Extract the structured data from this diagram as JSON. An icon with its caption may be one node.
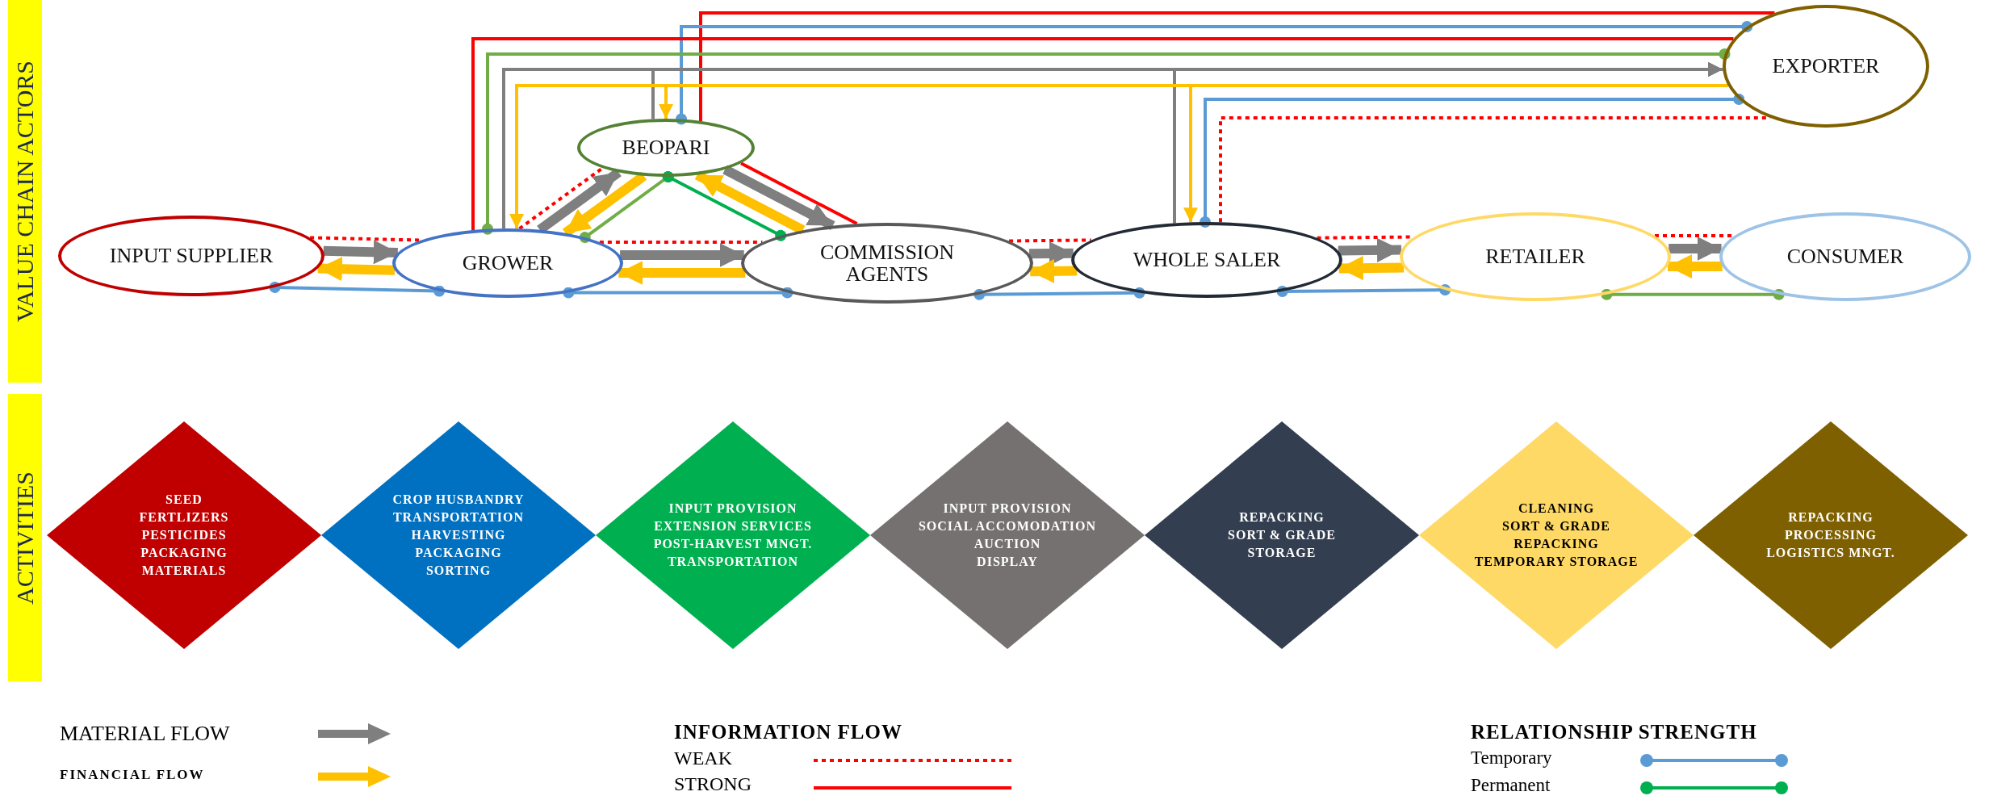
{
  "diagram": {
    "nodes": [
      {
        "text": [
          "VALUE CHAIN ACTORS"
        ]
      },
      {
        "text": [
          "BEOPARI"
        ]
      },
      {
        "text": [
          "EXPORTER"
        ]
      },
      {
        "text": [
          "INPUT SUPPLIER"
        ]
      },
      {
        "text": [
          "GROWER"
        ]
      },
      {
        "text": [
          "COMMISSION AGENTS"
        ]
      },
      {
        "text": [
          "WHOLE SALER"
        ]
      },
      {
        "text": [
          "RETAILER"
        ]
      },
      {
        "text": [
          "CONSUMER"
        ]
      },
      {
        "text": [
          "ACTIVITIES"
        ]
      },
      {
        "text": [
          "SEED",
          "FERTLIZERS",
          "PESTICIDES",
          "PACKAGING",
          "MATERIALS"
        ]
      },
      {
        "text": [
          "CROP HUSBANDRY",
          "TRANSPORTATION",
          "HARVESTING",
          "PACKAGING",
          "SORTING"
        ]
      },
      {
        "text": [
          "INPUT PROVISION",
          "EXTENSION SERVICES",
          "POST-HARVEST MNGT.",
          "TRANSPORTATION"
        ]
      },
      {
        "text": [
          "INPUT PROVISION",
          "SOCIAL ACCOMODATION",
          "AUCTION",
          "DISPLAY"
        ]
      },
      {
        "text": [
          "REPACKING",
          "SORT & GRADE",
          "STORAGE"
        ]
      },
      {
        "text": [
          "CLEANING",
          "SORT & GRADE",
          "REPACKING",
          "TEMPORARY STORAGE"
        ]
      },
      {
        "text": [
          "REPACKING",
          "PROCESSING",
          "LOGISTICS MNGT."
        ]
      }
    ],
    "edges": [
      {
        "from": 3,
        "to": 4,
        "arrow": "none",
        "style": "dashed",
        "color": "#ff0000"
      },
      {
        "from": 3,
        "to": 4,
        "arrow": "to",
        "style": "thick",
        "color": "#7f7f7f"
      },
      {
        "from": 4,
        "to": 3,
        "arrow": "to",
        "style": "thick",
        "color": "#ffc000"
      },
      {
        "from": 3,
        "to": 4,
        "arrow": "other",
        "color": "#5b9bd5"
      },
      {
        "from": 4,
        "to": 1,
        "arrow": "none",
        "style": "dashed",
        "color": "#ff0000"
      },
      {
        "from": 4,
        "to": 1,
        "arrow": "to",
        "style": "thick",
        "color": "#7f7f7f"
      },
      {
        "from": 1,
        "to": 4,
        "arrow": "to",
        "style": "thick",
        "color": "#ffc000"
      },
      {
        "from": 4,
        "to": 1,
        "arrow": "other",
        "color": "#70ad47"
      },
      {
        "from": 1,
        "to": 5,
        "arrow": "none",
        "color": "#ff0000"
      },
      {
        "from": 1,
        "to": 5,
        "arrow": "to",
        "style": "thick",
        "color": "#7f7f7f"
      },
      {
        "from": 5,
        "to": 1,
        "arrow": "to",
        "style": "thick",
        "color": "#ffc000"
      },
      {
        "from": 1,
        "to": 5,
        "arrow": "other",
        "color": "#00b050"
      },
      {
        "from": 4,
        "to": 5,
        "arrow": "none",
        "style": "dashed",
        "color": "#ff0000"
      },
      {
        "from": 4,
        "to": 5,
        "arrow": "to",
        "style": "thick",
        "color": "#7f7f7f"
      },
      {
        "from": 5,
        "to": 4,
        "arrow": "to",
        "style": "thick",
        "color": "#ffc000"
      },
      {
        "from": 4,
        "to": 5,
        "arrow": "other",
        "color": "#5b9bd5"
      },
      {
        "from": 5,
        "to": 6,
        "arrow": "none",
        "style": "dashed",
        "color": "#ff0000"
      },
      {
        "from": 5,
        "to": 6,
        "arrow": "to",
        "style": "thick",
        "color": "#7f7f7f"
      },
      {
        "from": 6,
        "to": 5,
        "arrow": "to",
        "style": "thick",
        "color": "#ffc000"
      },
      {
        "from": 5,
        "to": 6,
        "arrow": "other",
        "color": "#5b9bd5"
      },
      {
        "from": 6,
        "to": 7,
        "arrow": "none",
        "style": "dashed",
        "color": "#ff0000"
      },
      {
        "from": 6,
        "to": 7,
        "arrow": "to",
        "style": "thick",
        "color": "#7f7f7f"
      },
      {
        "from": 7,
        "to": 6,
        "arrow": "to",
        "style": "thick",
        "color": "#ffc000"
      },
      {
        "from": 6,
        "to": 7,
        "arrow": "other",
        "color": "#5b9bd5"
      },
      {
        "from": 7,
        "to": 8,
        "arrow": "none",
        "style": "dashed",
        "color": "#ff0000"
      },
      {
        "from": 7,
        "to": 8,
        "arrow": "to",
        "style": "thick",
        "color": "#7f7f7f"
      },
      {
        "from": 8,
        "to": 7,
        "arrow": "to",
        "style": "thick",
        "color": "#ffc000"
      },
      {
        "from": 7,
        "to": 8,
        "arrow": "other",
        "color": "#70ad47"
      },
      {
        "from": 1,
        "to": 2,
        "arrow": "none",
        "color": "#ff0000"
      },
      {
        "from": 1,
        "to": 2,
        "arrow": "other",
        "color": "#5b9bd5"
      },
      {
        "from": 4,
        "to": 2,
        "arrow": "none",
        "color": "#ff0000"
      },
      {
        "from": 4,
        "to": 2,
        "arrow": "other",
        "color": "#70ad47"
      },
      {
        "from": 4,
        "to": 2,
        "arrow": "to",
        "color": "#7f7f7f"
      },
      {
        "from": 1,
        "to": 2,
        "arrow": "to",
        "color": "#7f7f7f"
      },
      {
        "from": 6,
        "to": 2,
        "arrow": "to",
        "color": "#7f7f7f"
      },
      {
        "from": 2,
        "to": 4,
        "arrow": "to",
        "color": "#ffc000"
      },
      {
        "from": 2,
        "to": 1,
        "arrow": "to",
        "color": "#ffc000"
      },
      {
        "from": 2,
        "to": 6,
        "arrow": "to",
        "color": "#ffc000"
      },
      {
        "from": 6,
        "to": 2,
        "arrow": "other",
        "color": "#5b9bd5"
      },
      {
        "from": 6,
        "to": 2,
        "arrow": "none",
        "style": "dashed",
        "color": "#ff0000"
      }
    ],
    "labels": [
      "INFORMATION FLOW",
      "RELATIONSHIP STRENGTH"
    ],
    "legend": [
      {
        "text": "MATERIAL FLOW"
      },
      {
        "text": "FINANCIAL FLOW"
      },
      {
        "text": "WEAK"
      },
      {
        "text": "STRONG"
      },
      {
        "text": "Temporary"
      },
      {
        "text": "Permanent"
      }
    ]
  }
}
